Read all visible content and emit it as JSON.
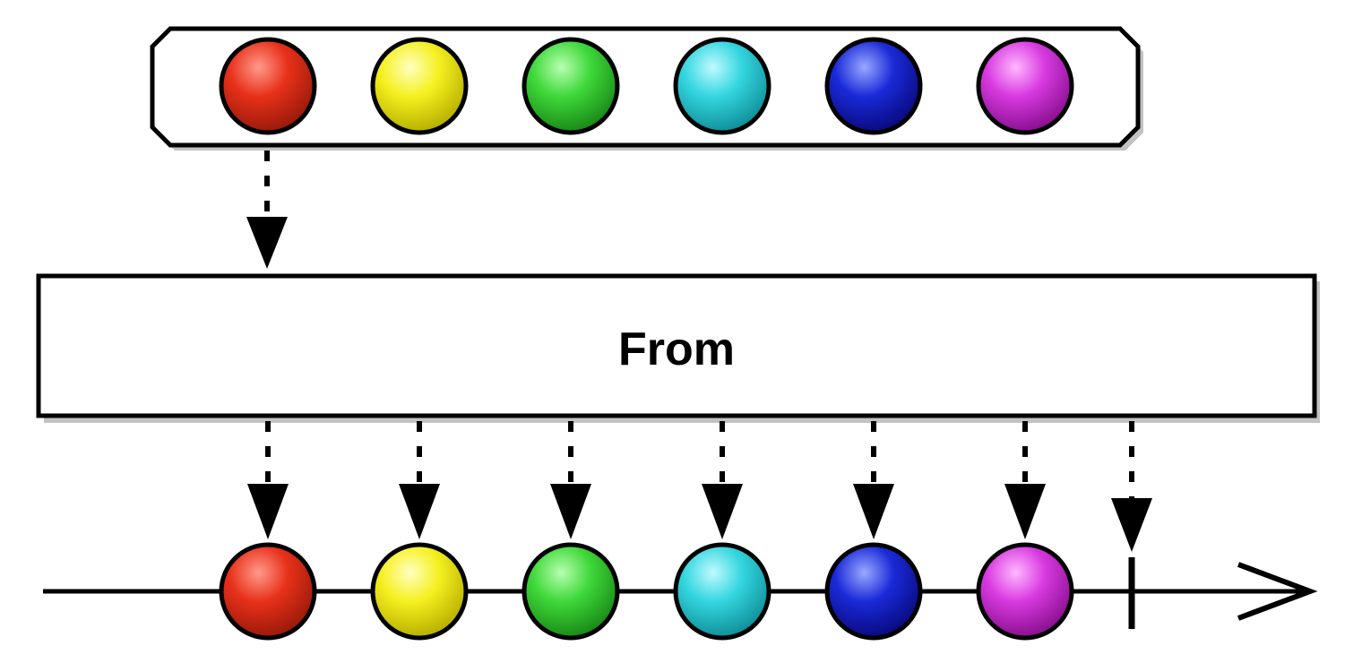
{
  "operator": {
    "label": "From"
  },
  "colors": {
    "stroke": "#000000",
    "box_fill": "#ffffff",
    "shadow": "#9a9a9a"
  },
  "items": [
    {
      "name": "red",
      "color": "#e8311a",
      "light": "#ff9a8a",
      "dark": "#9a1a0a"
    },
    {
      "name": "yellow",
      "color": "#f5f020",
      "light": "#ffffc0",
      "dark": "#b8b000"
    },
    {
      "name": "green",
      "color": "#3fd83a",
      "light": "#b8ffb0",
      "dark": "#1a8a18"
    },
    {
      "name": "cyan",
      "color": "#34d6e0",
      "light": "#c0faff",
      "dark": "#10909a"
    },
    {
      "name": "blue",
      "color": "#1a2ad8",
      "light": "#9aa8ff",
      "dark": "#0a0a80"
    },
    {
      "name": "magenta",
      "color": "#d83ae0",
      "light": "#ffb8ff",
      "dark": "#8a1090"
    }
  ],
  "output": {
    "completed": true
  }
}
